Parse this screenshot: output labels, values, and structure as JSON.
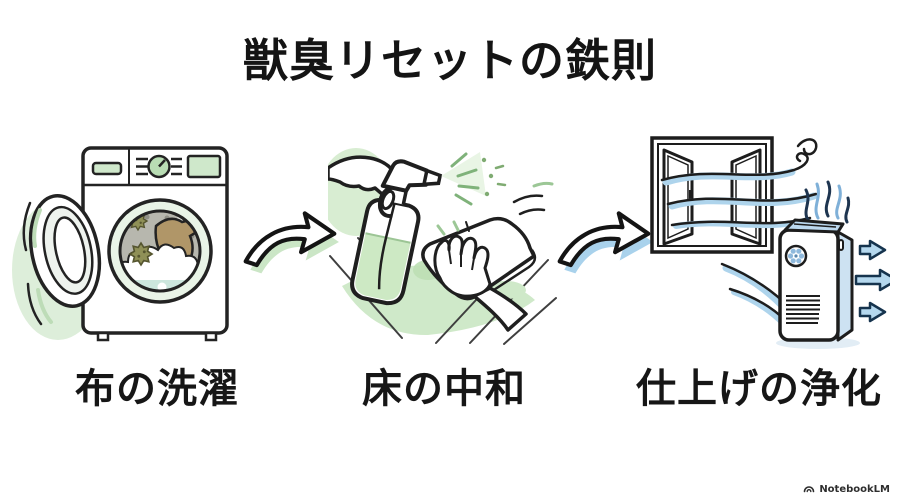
{
  "title": "獣臭リセットの鉄則",
  "steps": [
    {
      "id": 1,
      "label": "布の洗濯",
      "illustration": "washing-machine-with-dirty-laundry"
    },
    {
      "id": 2,
      "label": "床の中和",
      "illustration": "spray-bottle-and-hand-wiping-floor"
    },
    {
      "id": 3,
      "label": "仕上げの浄化",
      "illustration": "open-window-and-air-purifier"
    }
  ],
  "arrows": [
    {
      "from_step": 1,
      "to_step": 2,
      "shadow_color": "#cbe6c6"
    },
    {
      "from_step": 2,
      "to_step": 3,
      "shadow_color": "#a9d2ec"
    }
  ],
  "watermark": {
    "label": "NotebookLM"
  },
  "colors": {
    "background": "#ffffff",
    "ink": "#1f1f1f",
    "accent_green": "#cfe8cb",
    "accent_teal": "#cce6dd",
    "accent_blue": "#aed4ec",
    "dirt_olive": "#8f9057",
    "cloth_brown": "#b09668"
  }
}
